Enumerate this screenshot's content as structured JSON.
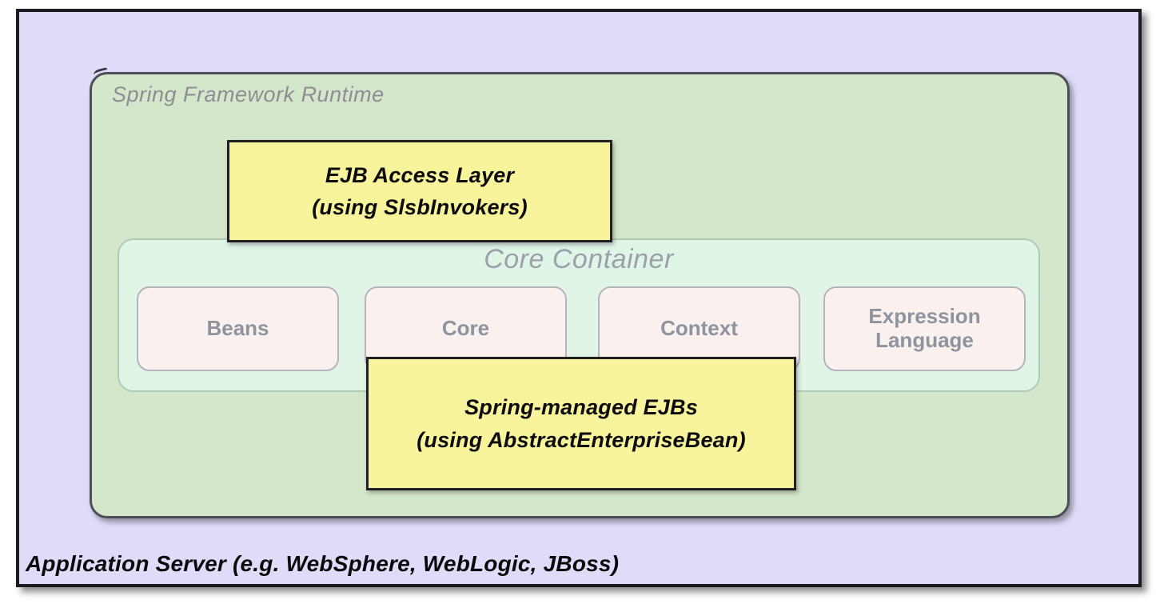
{
  "application_server": {
    "label": "Application Server (e.g. WebSphere, WebLogic, JBoss)"
  },
  "spring_runtime": {
    "label": "Spring Framework Runtime"
  },
  "core_container": {
    "label": "Core Container",
    "modules": [
      {
        "label": "Beans"
      },
      {
        "label": "Core"
      },
      {
        "label": "Context"
      },
      {
        "label": "Expression Language"
      }
    ]
  },
  "callouts": {
    "ejb_access": {
      "line1": "EJB Access Layer",
      "line2": "(using SlsbInvokers)"
    },
    "spring_managed_ejbs": {
      "line1": "Spring-managed EJBs",
      "line2": "(using AbstractEnterpriseBean)"
    }
  },
  "colors": {
    "app_server_bg": "#dedcf8",
    "runtime_bg": "#d5e7ca",
    "core_container_bg": "#e1f5e7",
    "module_bg": "#faf1ee",
    "callout_bg": "#f8f49c",
    "border_dark": "#1b1b20",
    "muted_text": "#8e939e"
  }
}
